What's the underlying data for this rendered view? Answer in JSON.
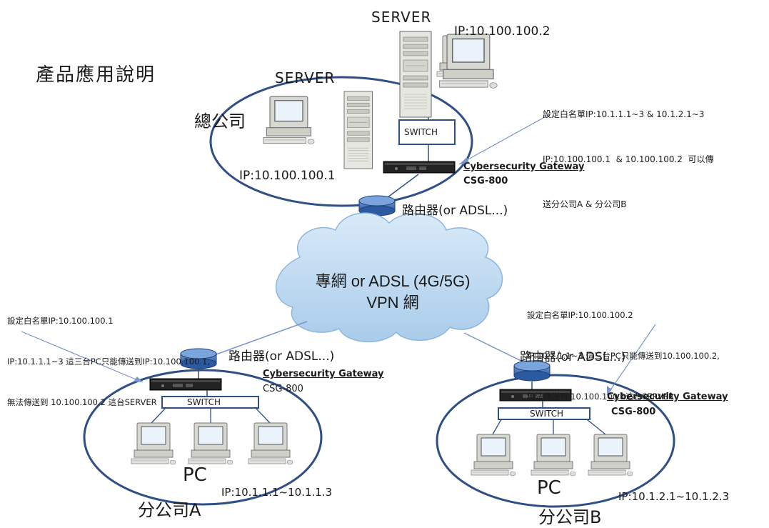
{
  "page_title": "產品應用說明",
  "hq": {
    "name": "總公司",
    "server_top_label": "SERVER",
    "server_top_ip": "IP:10.100.100.2",
    "server_left_label": "SERVER",
    "server_left_ip": "IP:10.100.100.1",
    "switch_label": "SWITCH",
    "gateway_name": "Cybersecurity Gateway",
    "gateway_model": "CSG-800",
    "router_label": "路由器(or ADSL...)",
    "note_lines": [
      "設定白名單IP:10.1.1.1~3 & 10.1.2.1~3",
      "IP:10.100.100.1  & 10.100.100.2  可以傳",
      "送分公司A & 分公司B"
    ]
  },
  "cloud": {
    "line1": "專網 or ADSL (4G/5G)",
    "line2": "VPN 網"
  },
  "branch_a": {
    "name": "分公司A",
    "router_label": "路由器(or ADSL...)",
    "gateway_name": "Cybersecurity Gateway",
    "gateway_model": "CSG-800",
    "switch_label": "SWITCH",
    "pc_label": "PC",
    "ip_range": "IP:10.1.1.1~10.1.1.3",
    "note_lines": [
      "設定白名單IP:10.100.100.1",
      "IP:10.1.1.1~3 這三台PC只能傳送到IP:10.100.100.1,",
      "無法傳送到 10.100.100.2 這台SERVER"
    ]
  },
  "branch_b": {
    "name": "分公司B",
    "router_label": "路由器(or ADSL...)",
    "gateway_name": "Cybersecurity Gateway",
    "gateway_model": "CSG-800",
    "switch_label": "SWITCH",
    "pc_label": "PC",
    "ip_range": "IP:10.1.2.1~10.1.2.3",
    "note_lines": [
      "設定白名單IP:10.100.100.2",
      "IP:10.2.1.1~3 這三台PC只能傳送到10.100.100.2,",
      "無法傳送到 10.100.100.1這台SERVER"
    ]
  },
  "colors": {
    "ellipse": "#2f4f86",
    "router": "#3a6db5",
    "cloud": "#bcd8f1",
    "annotation_line": "#7a96c8",
    "switch_border": "#2f4f86"
  }
}
